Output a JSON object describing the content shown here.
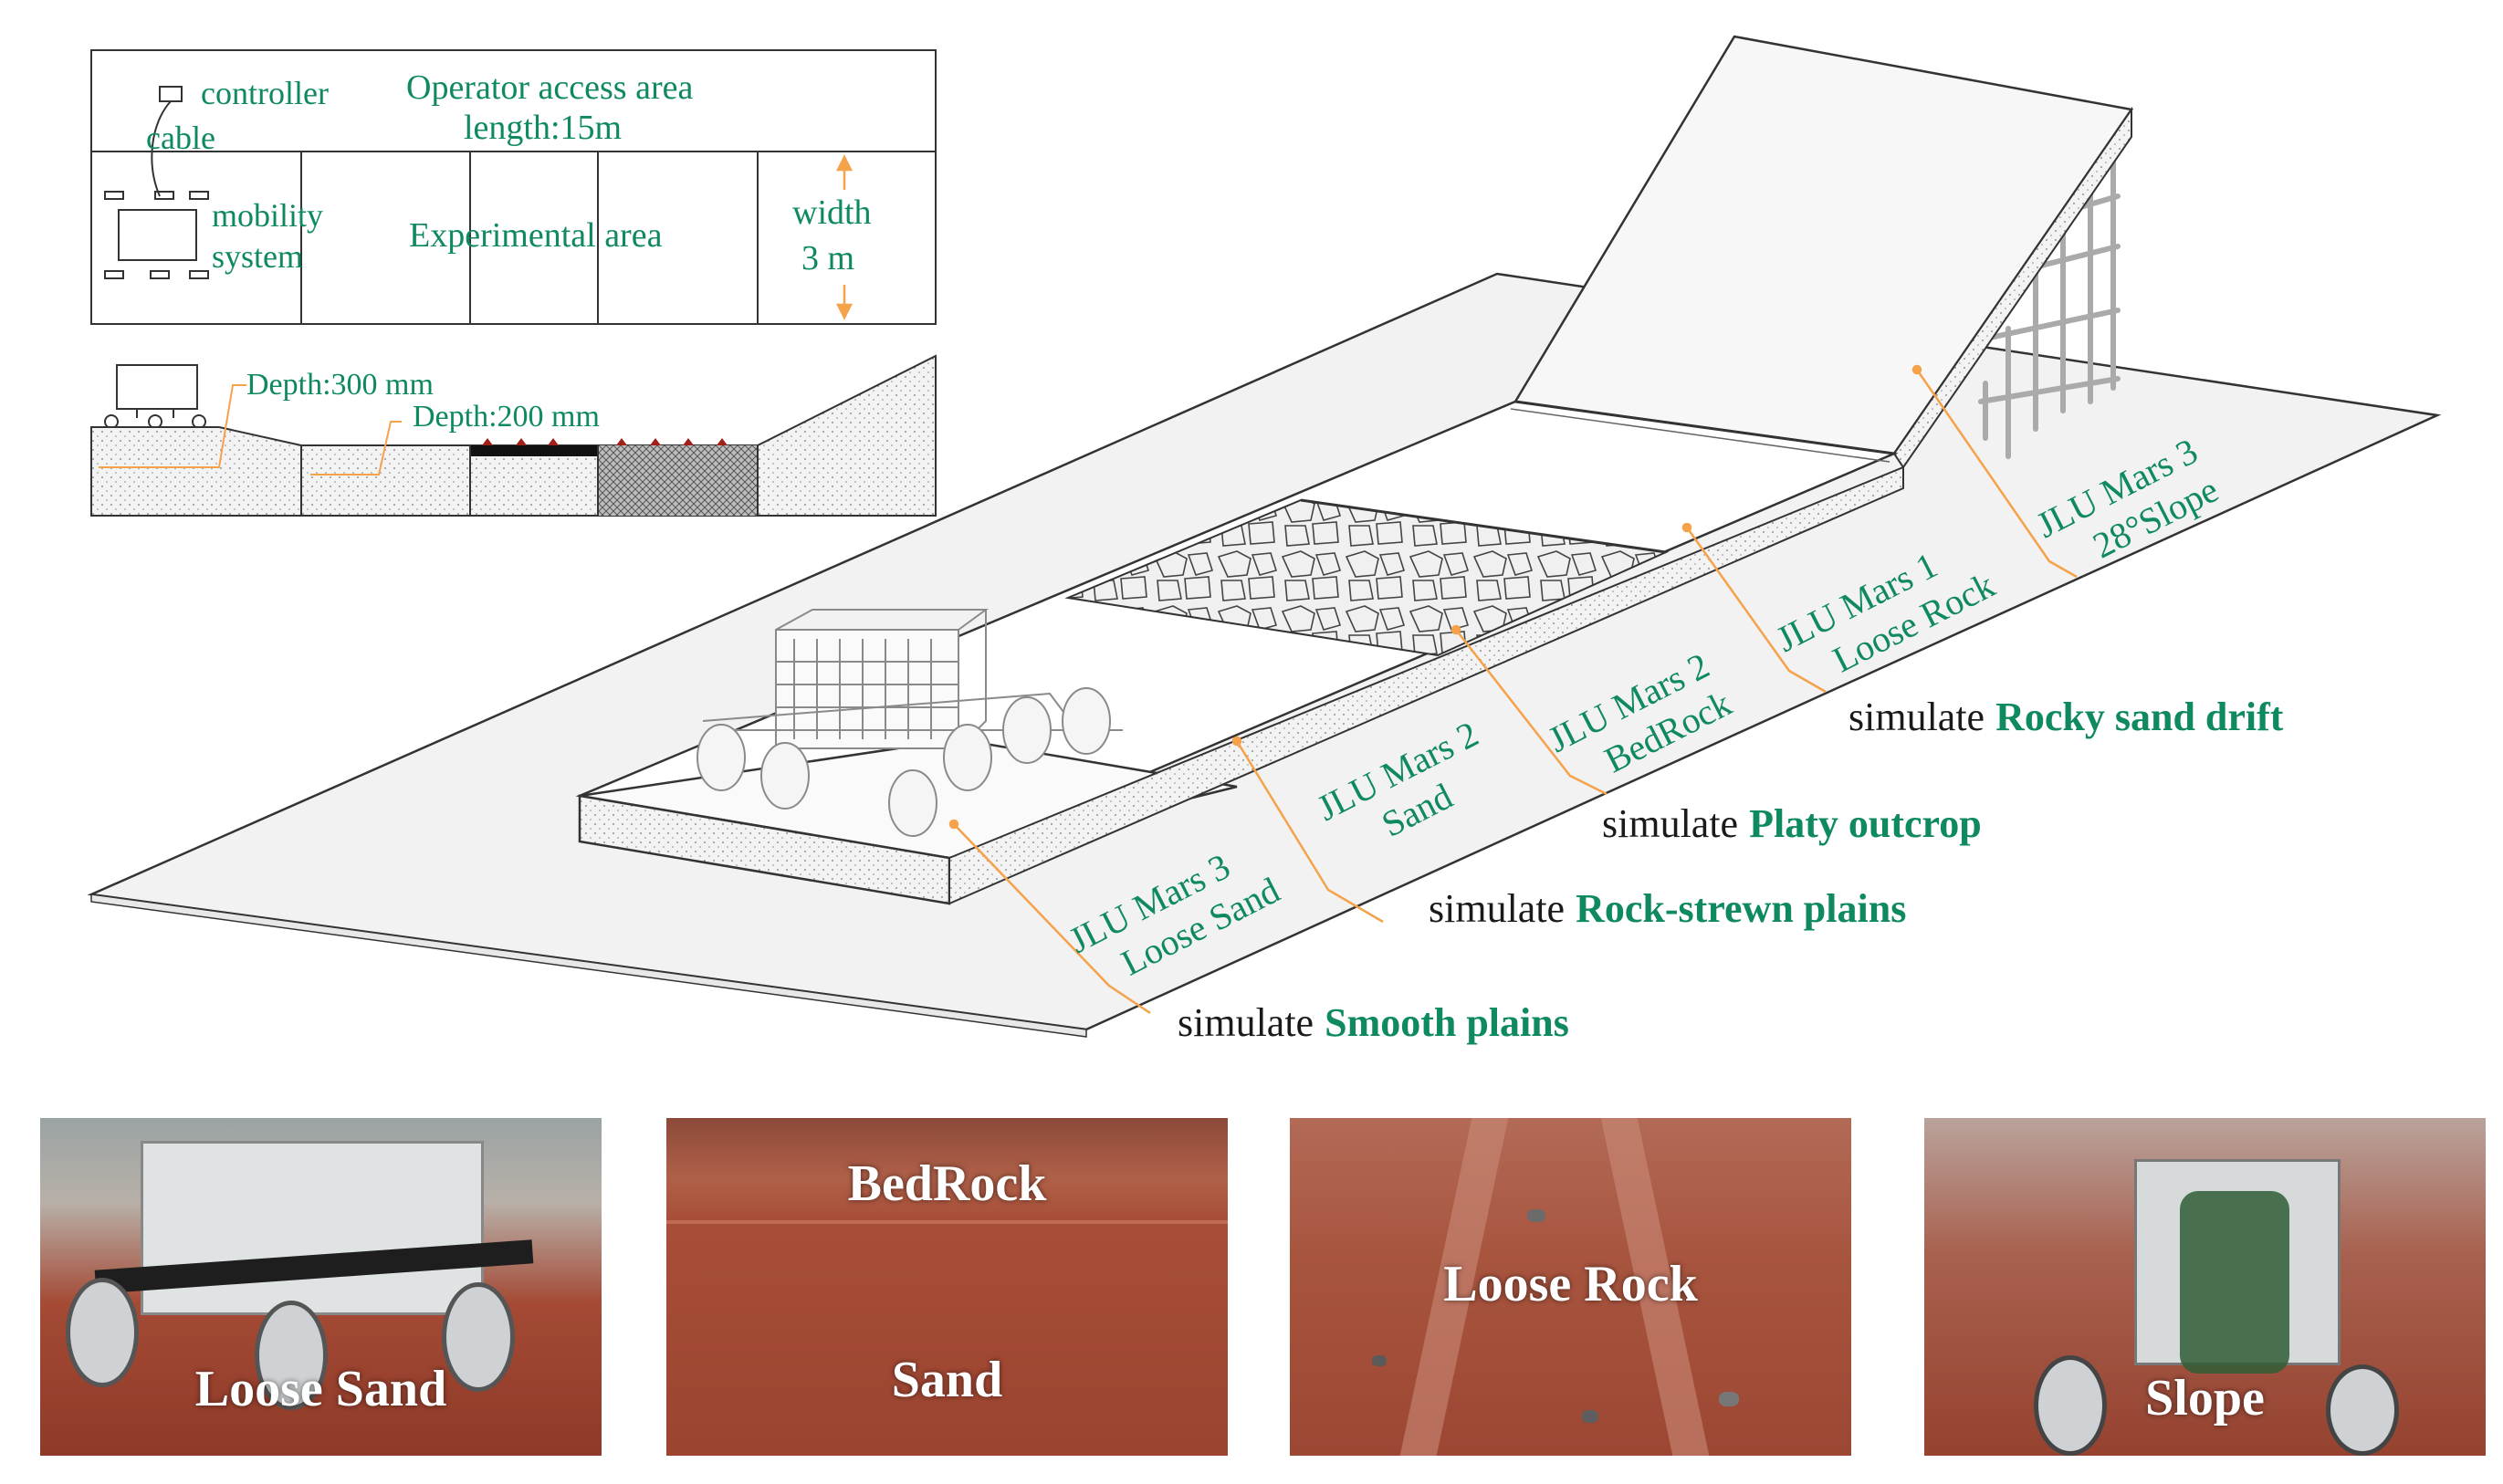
{
  "plan": {
    "controller": "controller",
    "cable": "cable",
    "operator_area": "Operator access area",
    "length": "length:15m",
    "mobility": "mobility",
    "system": "system",
    "experimental_area": "Experimental area",
    "width": "width",
    "width_value": "3 m"
  },
  "section": {
    "depth1": "Depth:300 mm",
    "depth2": "Depth:200 mm"
  },
  "tracks": [
    {
      "line1": "JLU Mars 3",
      "line2": "Loose Sand"
    },
    {
      "line1": "JLU Mars 2",
      "line2": "Sand"
    },
    {
      "line1": "JLU Mars 2",
      "line2": "BedRock"
    },
    {
      "line1": "JLU Mars 1",
      "line2": "Loose Rock"
    },
    {
      "line1": "JLU Mars 3",
      "line2": "28°Slope"
    }
  ],
  "simulate": {
    "word": "simulate",
    "items": [
      "Smooth plains",
      "Rock-strewn plains",
      "Platy outcrop",
      "Rocky sand drift"
    ]
  },
  "photos": [
    {
      "label": "Loose Sand"
    },
    {
      "top": "BedRock",
      "bottom": "Sand"
    },
    {
      "label": "Loose Rock"
    },
    {
      "label": "Slope"
    }
  ],
  "colors": {
    "green": "#0f8a5f",
    "leader": "#f5a24a",
    "soil": "#a7462f"
  }
}
